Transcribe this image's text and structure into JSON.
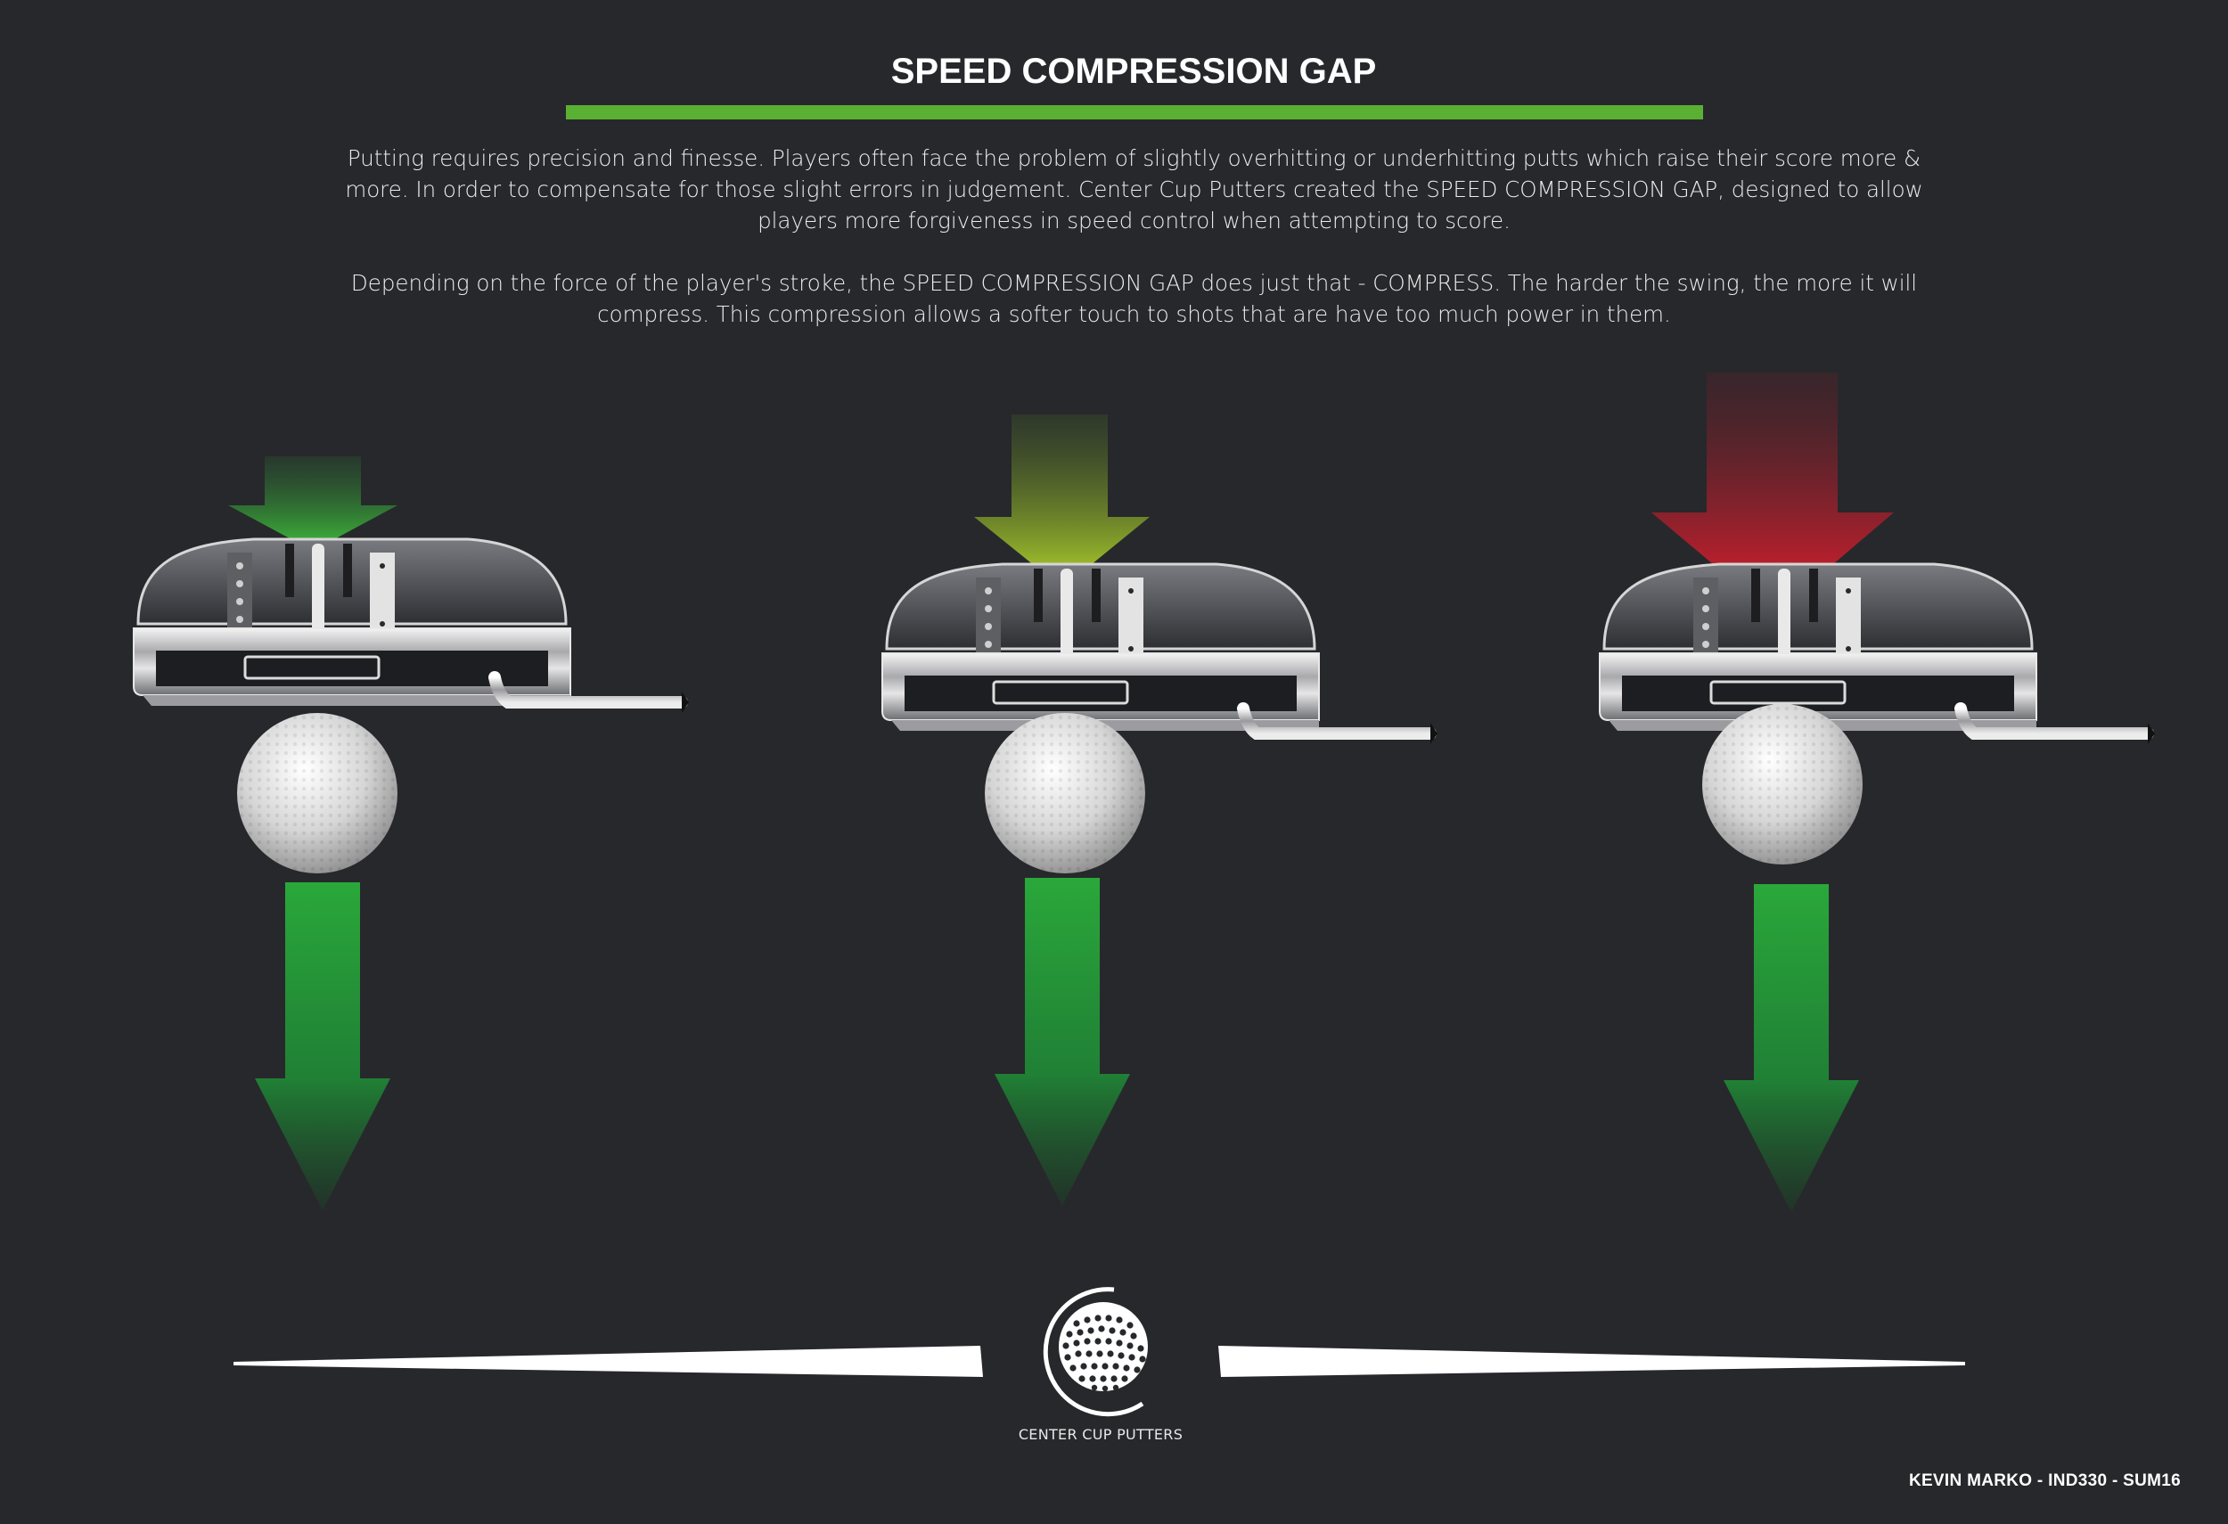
{
  "header": {
    "title": "SPEED COMPRESSION GAP"
  },
  "body": {
    "paragraph_1": "Putting requires precision and finesse. Players often face the problem of slightly overhitting or underhitting putts which raise their score more & more. In order to compensate for those slight errors in judgement. Center Cup Putters created the SPEED COMPRESSION GAP, designed to allow players more forgiveness in speed control when attempting to score.",
    "paragraph_2": "Depending on the force of the player's stroke, the SPEED COMPRESSION GAP does just that - COMPRESS. The harder the swing, the more it will compress. This compression allows a softer touch to shots that are have too much power in them."
  },
  "panels": [
    {
      "force_level": "light",
      "impact_arrow_color": "#3fb83a",
      "exit_arrow_color": "#2fa03a",
      "compression": 0.0
    },
    {
      "force_level": "medium",
      "impact_arrow_color": "#a7cf2a",
      "exit_arrow_color": "#1f9a40",
      "compression": 0.5
    },
    {
      "force_level": "hard",
      "impact_arrow_color": "#e8202f",
      "exit_arrow_color": "#1f9a40",
      "compression": 1.0
    }
  ],
  "colors": {
    "background": "#27282c",
    "accent_green": "#5ab033",
    "text": "#ffffff"
  },
  "footer": {
    "brand_name": "CENTER CUP PUTTERS",
    "credit": "KEVIN MARKO - IND330 - SUM16"
  }
}
